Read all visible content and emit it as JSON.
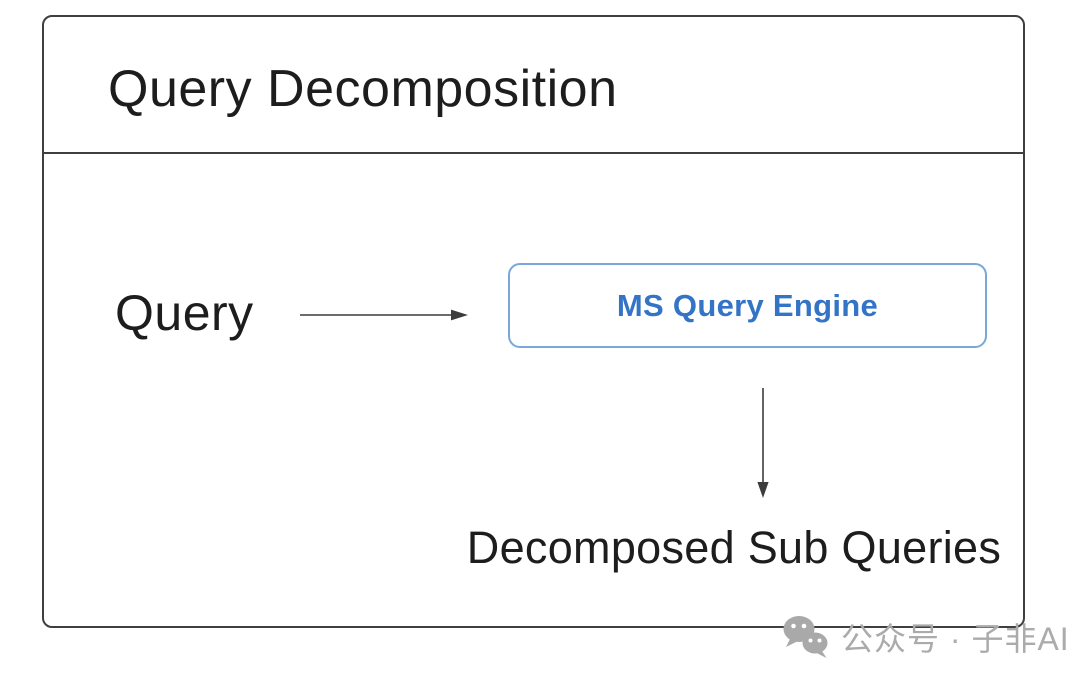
{
  "diagram": {
    "title": "Query Decomposition",
    "query_label": "Query",
    "engine_label": "MS Query Engine",
    "output_label": "Decomposed Sub Queries"
  },
  "watermark": {
    "text": "公众号 · 子非AI",
    "icon": "wechat-icon"
  },
  "colors": {
    "frame_border": "#3f3f3f",
    "text": "#1d1d1d",
    "arrow": "#3c3c3c",
    "engine_border": "#79a7d9",
    "engine_text": "#3474c6",
    "watermark": "#ababab"
  }
}
